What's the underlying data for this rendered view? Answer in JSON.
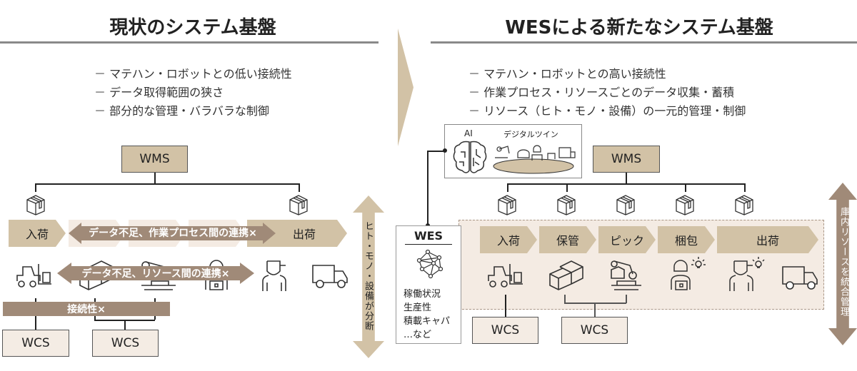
{
  "left": {
    "title": "現状のシステム基盤",
    "bullets": [
      "マテハン・ロボットとの低い接続性",
      "データ取得範囲の狭さ",
      "部分的な管理・バラバラな制御"
    ],
    "wms_label": "WMS",
    "process": [
      "入荷",
      "出荷"
    ],
    "process_arrow_label": "データ不足、作業プロセス間の連携×",
    "resource_arrow_label": "データ不足、リソース間の連携×",
    "connectivity_label": "接続性×",
    "wcs_labels": [
      "WCS",
      "WCS"
    ],
    "side_arrow_label": "ヒト・モノ・設備が分断"
  },
  "right": {
    "title": "WESによる新たなシステム基盤",
    "bullets": [
      "マテハン・ロボットとの高い接続性",
      "作業プロセス・リソースごとのデータ収集・蓄積",
      "リソース（ヒト・モノ・設備）の一元的管理・制御"
    ],
    "ai_label": "AI",
    "twin_label": "デジタルツイン",
    "wms_label": "WMS",
    "wes": {
      "title": "WES",
      "items": [
        "稼働状況",
        "生産性",
        "積載キャパ",
        "…など"
      ]
    },
    "process": [
      "入荷",
      "保管",
      "ピック",
      "梱包",
      "出荷"
    ],
    "wcs_labels": [
      "WCS",
      "WCS"
    ],
    "side_arrow_label": "庫内リソースを統合管理"
  },
  "colors": {
    "tan": "#d2c2a6",
    "light": "#f4ebe3",
    "brown": "#a08a78"
  }
}
